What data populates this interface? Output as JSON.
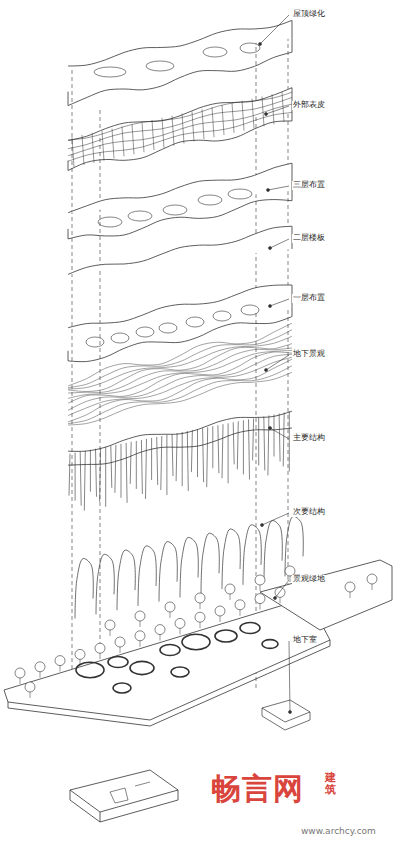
{
  "diagram": {
    "labels": [
      "屋顶绿化",
      "外部表皮",
      "三层布置",
      "二层楼板",
      "一层布置",
      "地下景观",
      "主要结构",
      "次要结构",
      "景观绿地",
      "地下室",
      "畅言网",
      "建筑",
      "www.archcy.com"
    ]
  }
}
